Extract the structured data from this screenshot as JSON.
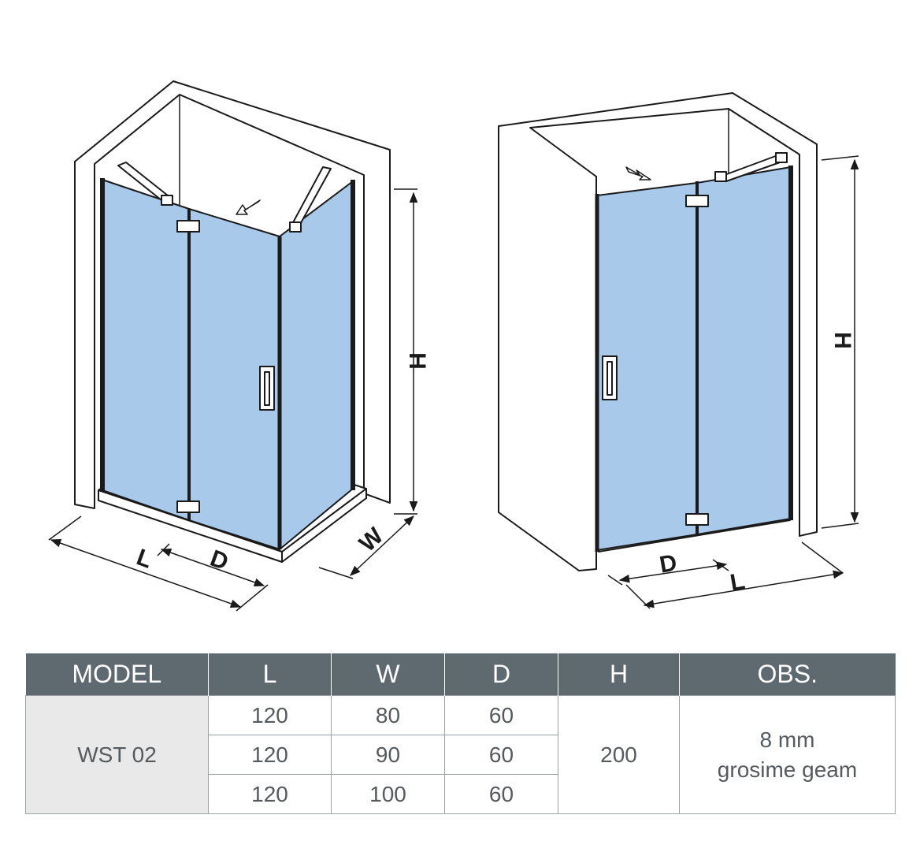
{
  "diagram": {
    "left_view": {
      "labels": {
        "height": "H",
        "length": "L",
        "door": "D",
        "width": "W"
      }
    },
    "right_view": {
      "labels": {
        "height": "H",
        "length": "L",
        "door": "D"
      }
    },
    "colors": {
      "glass": "#a9c9ea",
      "outline": "#1a1a1a",
      "wall": "#ffffff"
    }
  },
  "table": {
    "headers": [
      "MODEL",
      "L",
      "W",
      "D",
      "H",
      "OBS."
    ],
    "model": "WST 02",
    "rows": [
      {
        "L": "120",
        "W": "80",
        "D": "60"
      },
      {
        "L": "120",
        "W": "90",
        "D": "60"
      },
      {
        "L": "120",
        "W": "100",
        "D": "60"
      }
    ],
    "H": "200",
    "obs_line1": "8 mm",
    "obs_line2": "grosime geam",
    "colors": {
      "header_bg": "#5f6a70",
      "model_bg": "#e9e9e9"
    }
  }
}
